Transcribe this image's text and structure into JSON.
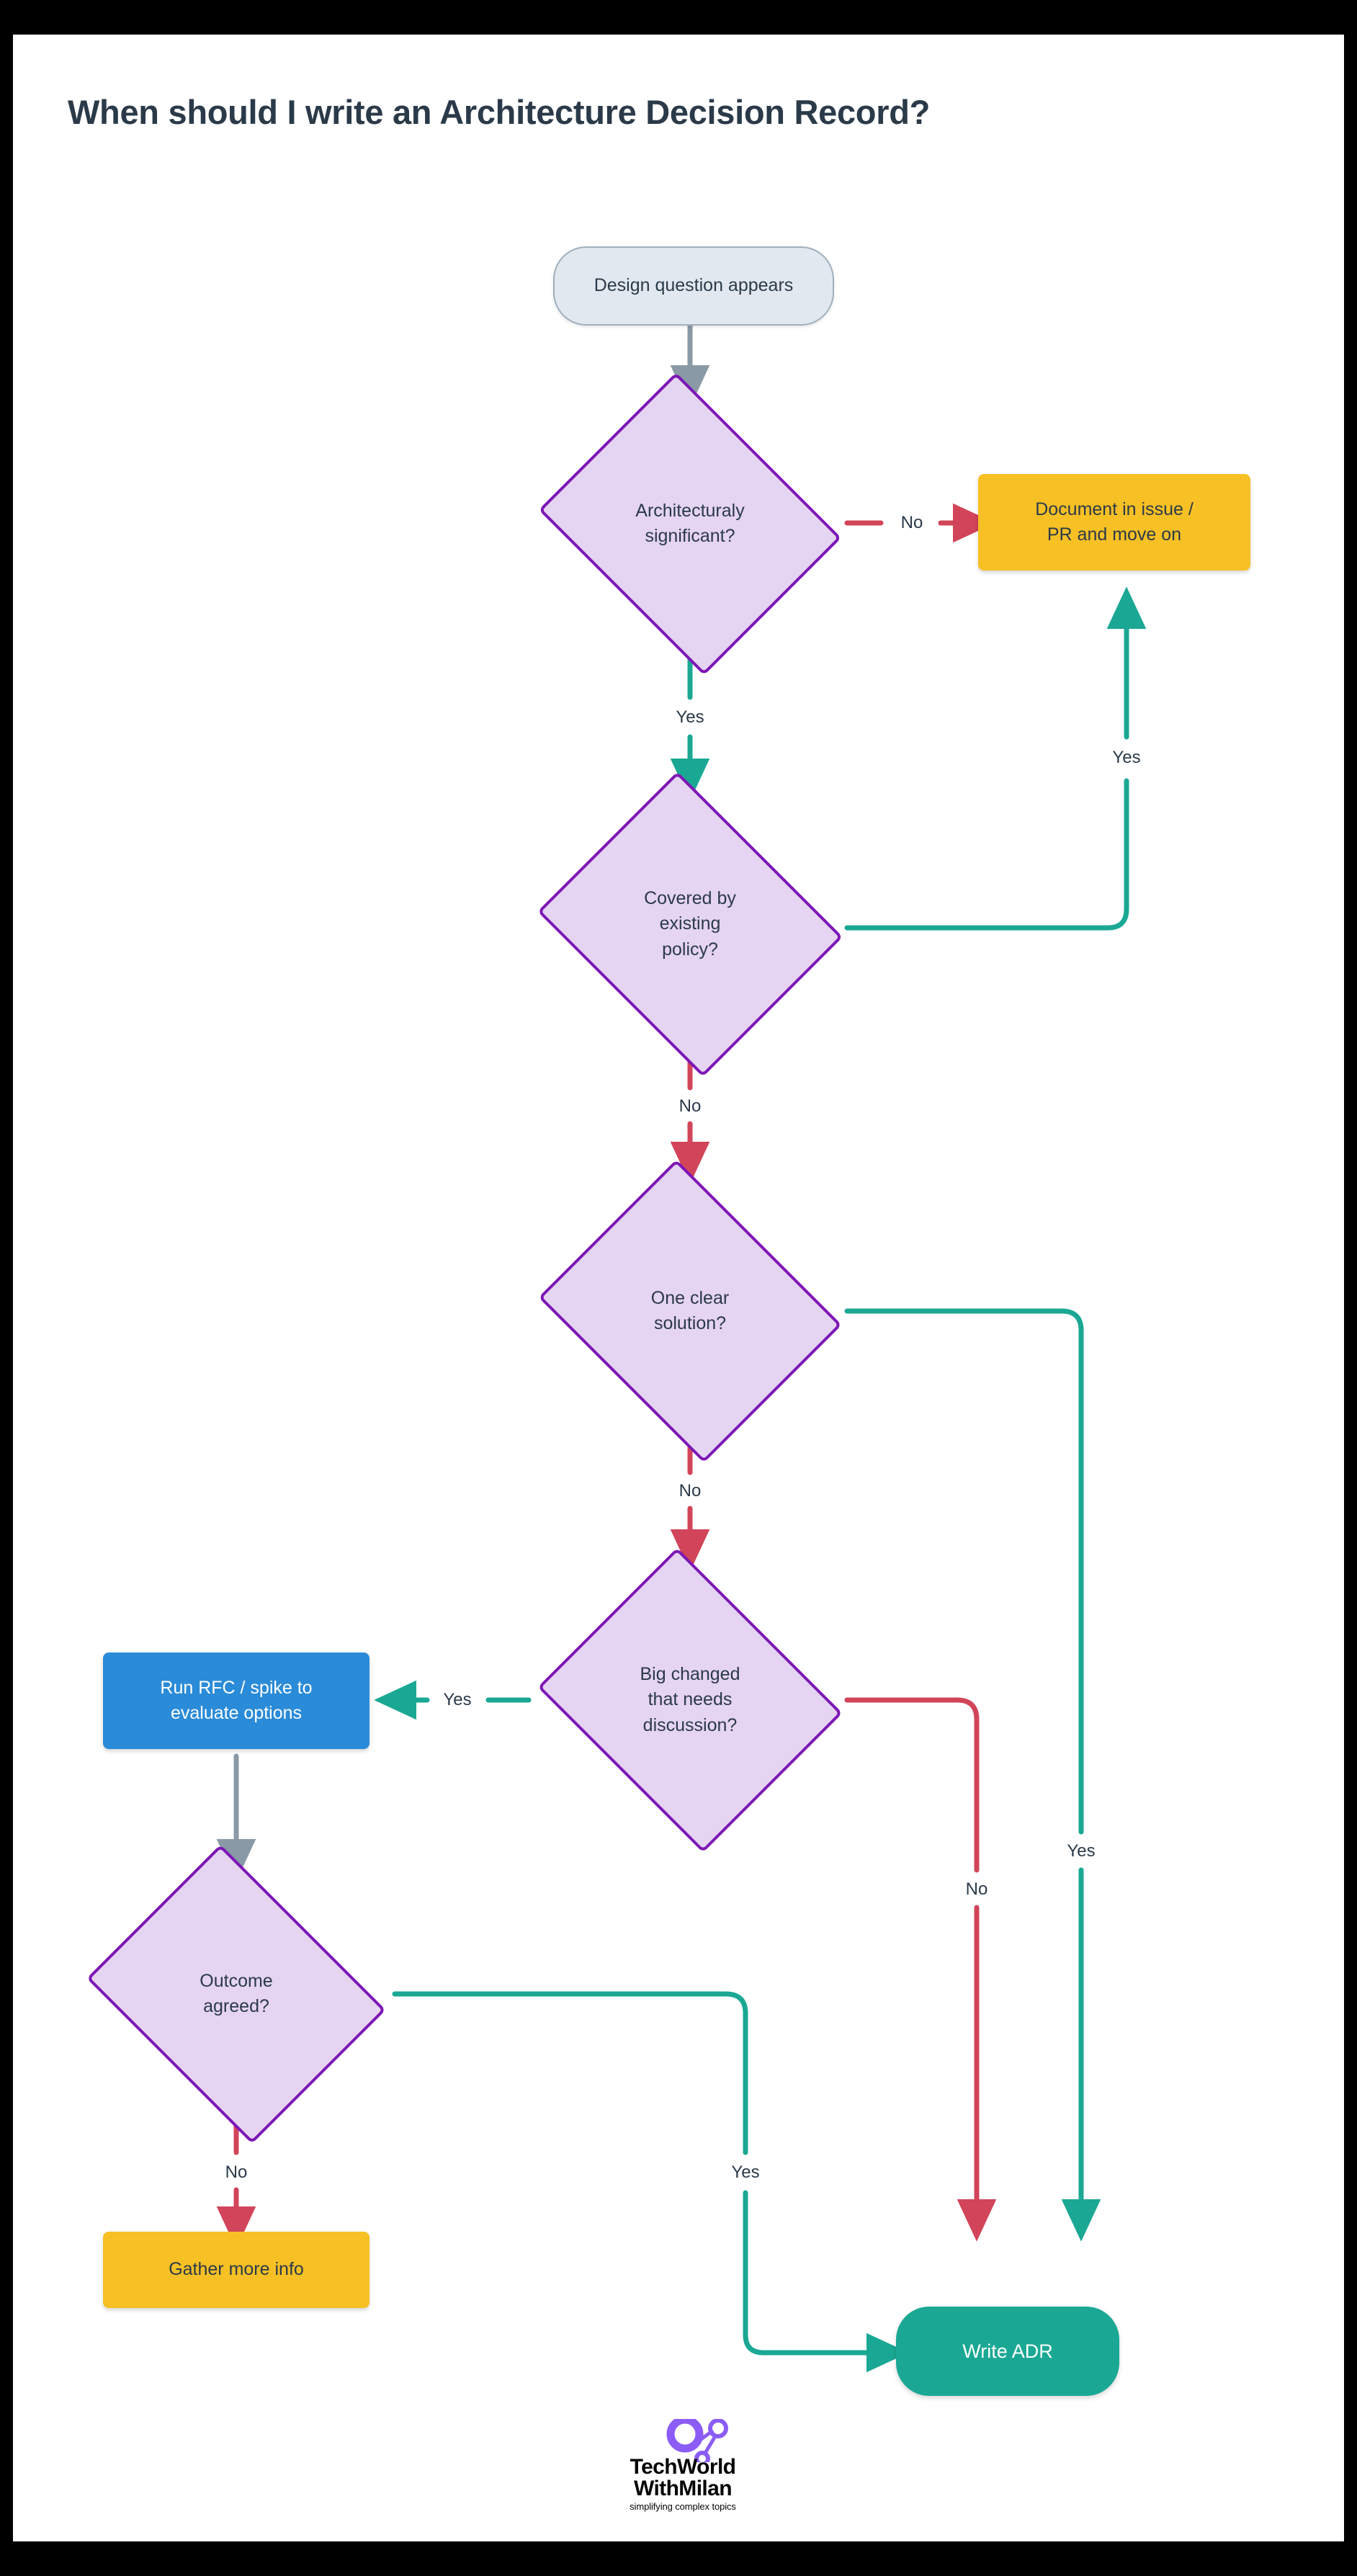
{
  "page": {
    "title": "When should I write an Architecture Decision Record?",
    "background": "#ffffff",
    "frame_color": "#000000"
  },
  "colors": {
    "decision_fill": "#e5d4f2",
    "decision_border": "#7d17b5",
    "start_fill": "#e2e8ef",
    "start_border": "#9fb0bd",
    "amber": "#f7c024",
    "blue": "#2a8bd8",
    "teal": "#1aa894",
    "red": "#d24459",
    "gray_arrow": "#8a99a6",
    "text": "#2b3a49"
  },
  "chart_data": {
    "type": "flowchart",
    "title": "When should I write an Architecture Decision Record?",
    "nodes": [
      {
        "id": "start",
        "label": "Design question appears",
        "shape": "terminal",
        "style": "start"
      },
      {
        "id": "d1",
        "label": "Architecturaly significant?",
        "shape": "decision"
      },
      {
        "id": "doc",
        "label": "Document in issue / PR and move on",
        "shape": "process",
        "style": "amber"
      },
      {
        "id": "d2",
        "label": "Covered by existing policy?",
        "shape": "decision"
      },
      {
        "id": "d3",
        "label": "One clear solution?",
        "shape": "decision"
      },
      {
        "id": "d4",
        "label": "Big changed that needs discussion?",
        "shape": "decision"
      },
      {
        "id": "rfc",
        "label": "Run RFC / spike to evaluate options",
        "shape": "process",
        "style": "blue"
      },
      {
        "id": "d5",
        "label": "Outcome agreed?",
        "shape": "decision"
      },
      {
        "id": "gather",
        "label": "Gather more info",
        "shape": "process",
        "style": "amber"
      },
      {
        "id": "adr",
        "label": "Write ADR",
        "shape": "terminal",
        "style": "end"
      }
    ],
    "edges": [
      {
        "from": "start",
        "to": "d1",
        "label": "",
        "color": "gray"
      },
      {
        "from": "d1",
        "to": "doc",
        "label": "No",
        "color": "red"
      },
      {
        "from": "d1",
        "to": "d2",
        "label": "Yes",
        "color": "teal"
      },
      {
        "from": "d2",
        "to": "doc",
        "label": "Yes",
        "color": "teal"
      },
      {
        "from": "d2",
        "to": "d3",
        "label": "No",
        "color": "red"
      },
      {
        "from": "d3",
        "to": "adr",
        "label": "Yes",
        "color": "teal"
      },
      {
        "from": "d3",
        "to": "d4",
        "label": "No",
        "color": "red"
      },
      {
        "from": "d4",
        "to": "rfc",
        "label": "Yes",
        "color": "teal"
      },
      {
        "from": "d4",
        "to": "adr",
        "label": "No",
        "color": "red"
      },
      {
        "from": "rfc",
        "to": "d5",
        "label": "",
        "color": "gray"
      },
      {
        "from": "d5",
        "to": "adr",
        "label": "Yes",
        "color": "teal"
      },
      {
        "from": "d5",
        "to": "gather",
        "label": "No",
        "color": "red"
      }
    ]
  },
  "nodes": {
    "start": {
      "label": "Design question appears"
    },
    "d1": {
      "line1": "Architecturaly",
      "line2": "significant?"
    },
    "doc": {
      "line1": "Document in issue /",
      "line2": "PR and move on"
    },
    "d2": {
      "line1": "Covered by",
      "line2": "existing",
      "line3": "policy?"
    },
    "d3": {
      "line1": "One clear",
      "line2": "solution?"
    },
    "d4": {
      "line1": "Big changed",
      "line2": "that needs",
      "line3": "discussion?"
    },
    "rfc": {
      "line1": "Run RFC / spike to",
      "line2": "evaluate options"
    },
    "d5": {
      "line1": "Outcome",
      "line2": "agreed?"
    },
    "gather": {
      "label": "Gather more info"
    },
    "adr": {
      "label": "Write ADR"
    }
  },
  "edge_labels": {
    "d1_no": "No",
    "d1_yes": "Yes",
    "d2_yes": "Yes",
    "d2_no": "No",
    "d3_yes": "Yes",
    "d3_no": "No",
    "d4_yes": "Yes",
    "d4_no": "No",
    "d5_yes": "Yes",
    "d5_no": "No"
  },
  "logo": {
    "line1": "TechWorld",
    "line2": "WithMilan",
    "tagline": "simplifying complex topics"
  }
}
